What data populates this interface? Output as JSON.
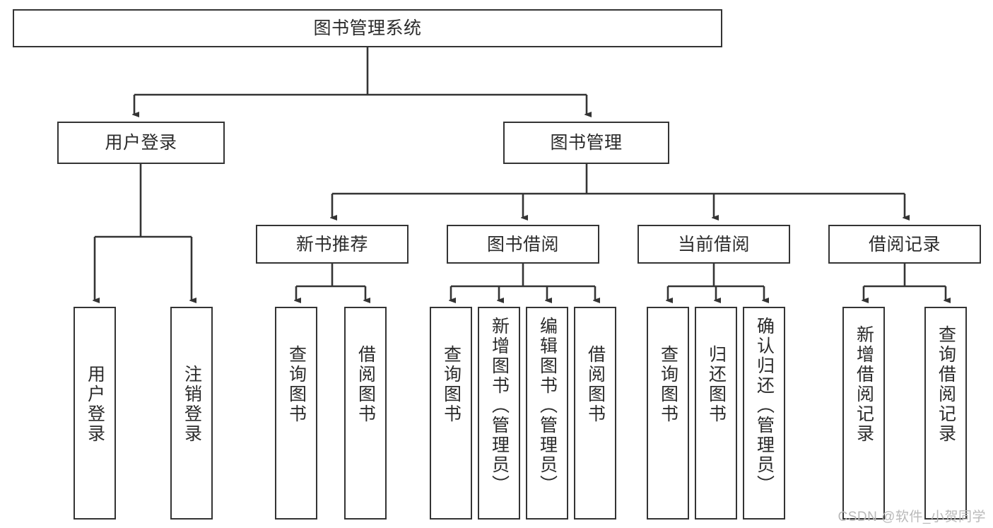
{
  "diagram": {
    "title": "图书管理系统",
    "type": "tree-hierarchy",
    "watermark": "CSDN @软件_小贺同学",
    "colors": {
      "stroke": "#343434",
      "text": "#2b2b2b",
      "background": "#ffffff",
      "watermark": "#b9b9b9"
    },
    "root": {
      "label": "图书管理系统"
    },
    "level2": [
      {
        "label": "用户登录"
      },
      {
        "label": "图书管理"
      }
    ],
    "level3": [
      {
        "label": "新书推荐"
      },
      {
        "label": "图书借阅"
      },
      {
        "label": "当前借阅"
      },
      {
        "label": "借阅记录"
      }
    ],
    "leaves": {
      "user_login": [
        {
          "label": "用户登录"
        },
        {
          "label": "注销登录"
        }
      ],
      "new_book_recommend": [
        {
          "label": "查询图书"
        },
        {
          "label": "借阅图书"
        }
      ],
      "book_borrow": [
        {
          "label": "查询图书"
        },
        {
          "label": "新增图书（管理员）"
        },
        {
          "label": "编辑图书（管理员）"
        },
        {
          "label": "借阅图书"
        }
      ],
      "current_borrow": [
        {
          "label": "查询图书"
        },
        {
          "label": "归还图书"
        },
        {
          "label": "确认归还（管理员）"
        }
      ],
      "borrow_record": [
        {
          "label": "新增借阅记录"
        },
        {
          "label": "查询借阅记录"
        }
      ]
    }
  }
}
